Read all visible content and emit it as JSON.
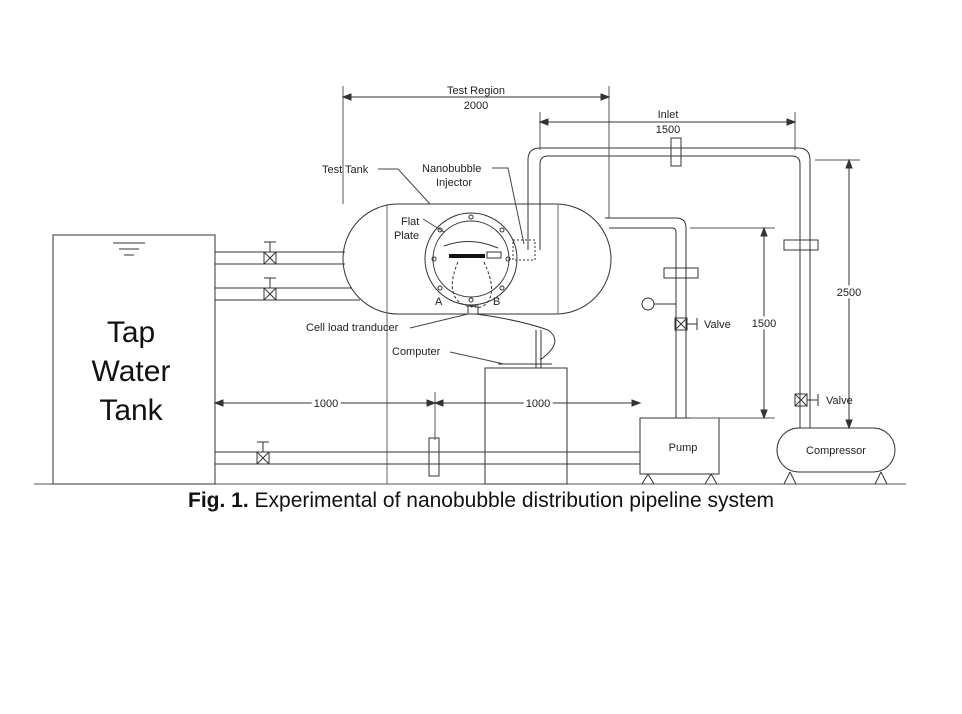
{
  "diagram": {
    "test_region_label": "Test Region",
    "test_region_value": "2000",
    "inlet_label": "Inlet",
    "inlet_value": "1500",
    "test_tank": "Test Tank",
    "nanobubble_line1": "Nanobubble",
    "nanobubble_line2": "Injector",
    "flat_line1": "Flat",
    "flat_line2": "Plate",
    "point_a": "A",
    "point_b": "B",
    "cell_load": "Cell load tranducer",
    "computer": "Computer",
    "tank_line1": "Tap",
    "tank_line2": "Water",
    "tank_line3": "Tank",
    "dim_left": "1000",
    "dim_mid": "1000",
    "valve_1": "Valve",
    "valve_2": "Valve",
    "dim_1500": "1500",
    "dim_2500": "2500",
    "pump": "Pump",
    "compressor": "Compressor"
  },
  "caption": {
    "prefix": "Fig. 1.",
    "text": " Experimental of nanobubble distribution pipeline system"
  }
}
